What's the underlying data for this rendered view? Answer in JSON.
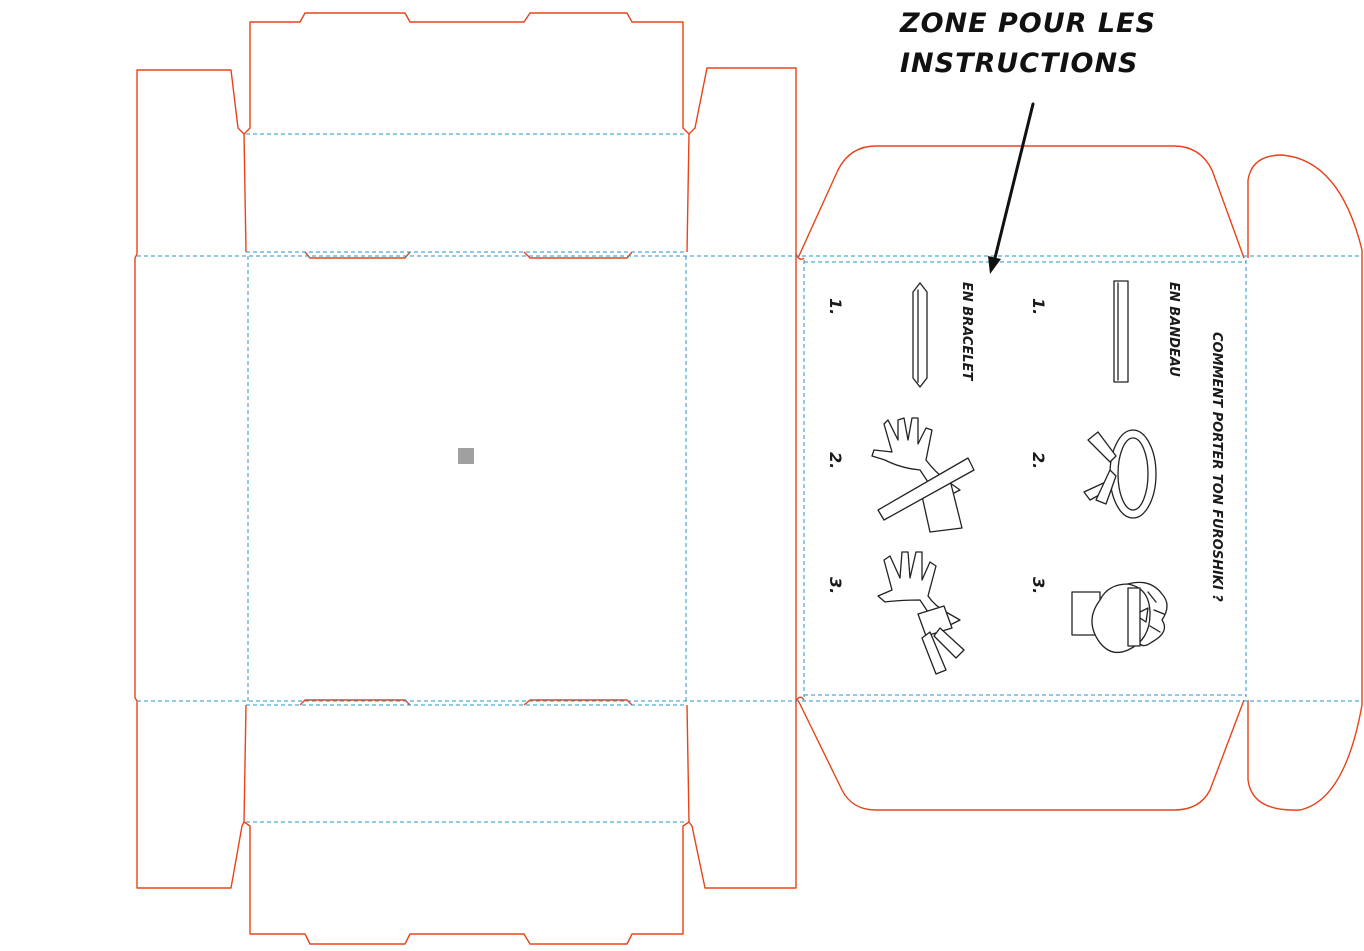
{
  "callout": {
    "line1": "ZONE POUR LES",
    "line2": "INSTRUCTIONS"
  },
  "instructions": {
    "title": "COMMENT PORTER TON FUROSHIKI ?",
    "headband": {
      "label": "EN BANDEAU",
      "steps": [
        "1.",
        "2.",
        "3."
      ]
    },
    "bracelet": {
      "label": "EN BRACELET",
      "steps": [
        "1.",
        "2.",
        "3."
      ]
    }
  },
  "colors": {
    "cut_line": "#e8431a",
    "fold_line": "#2a93c9",
    "center_mark": "#a0a0a0"
  }
}
